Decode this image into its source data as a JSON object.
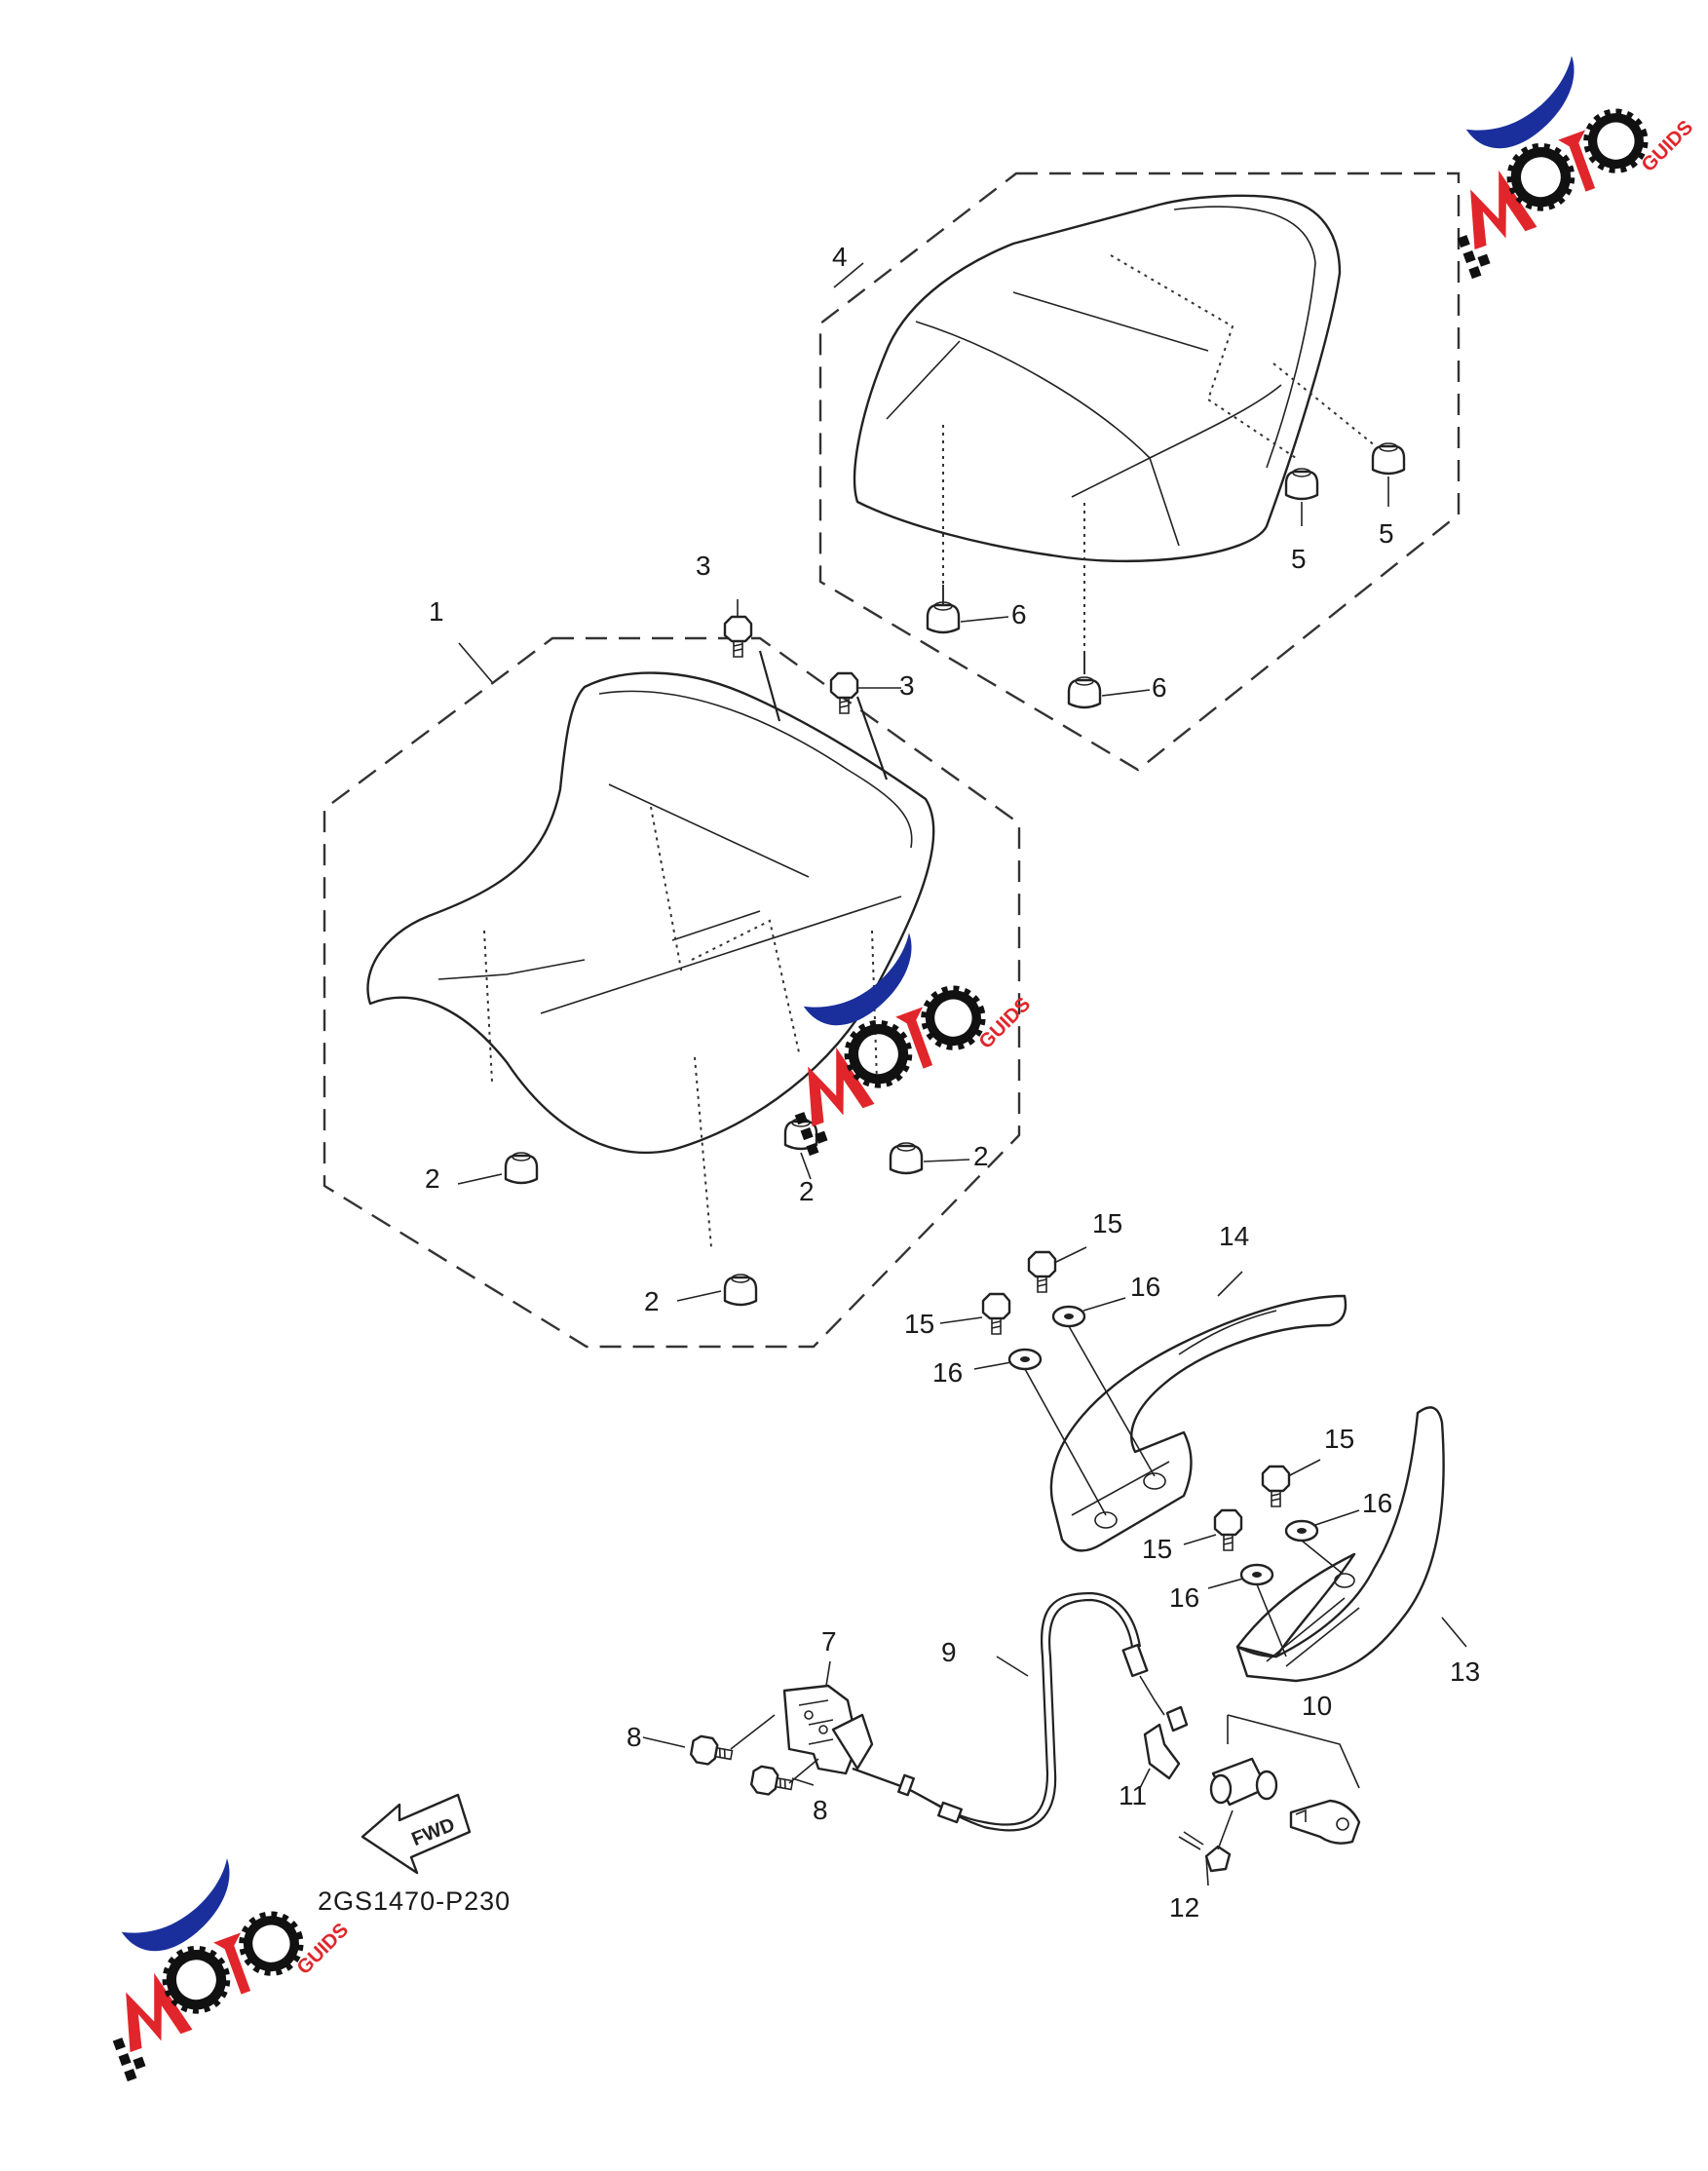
{
  "diagram_code": "2GS1470-P230",
  "fwd_label": "FWD",
  "watermark": {
    "text": "MOTO GUIDS",
    "colors": {
      "blue": "#1a2f9c",
      "red": "#e0262b",
      "black": "#111111"
    }
  },
  "callouts": {
    "c1": "1",
    "c2a": "2",
    "c2b": "2",
    "c2c": "2",
    "c2d": "2",
    "c3a": "3",
    "c3b": "3",
    "c4": "4",
    "c5a": "5",
    "c5b": "5",
    "c6a": "6",
    "c6b": "6",
    "c7": "7",
    "c8a": "8",
    "c8b": "8",
    "c9": "9",
    "c10": "10",
    "c11": "11",
    "c12": "12",
    "c13": "13",
    "c14": "14",
    "c15a": "15",
    "c15b": "15",
    "c15c": "15",
    "c15d": "15",
    "c16a": "16",
    "c16b": "16",
    "c16c": "16",
    "c16d": "16"
  }
}
